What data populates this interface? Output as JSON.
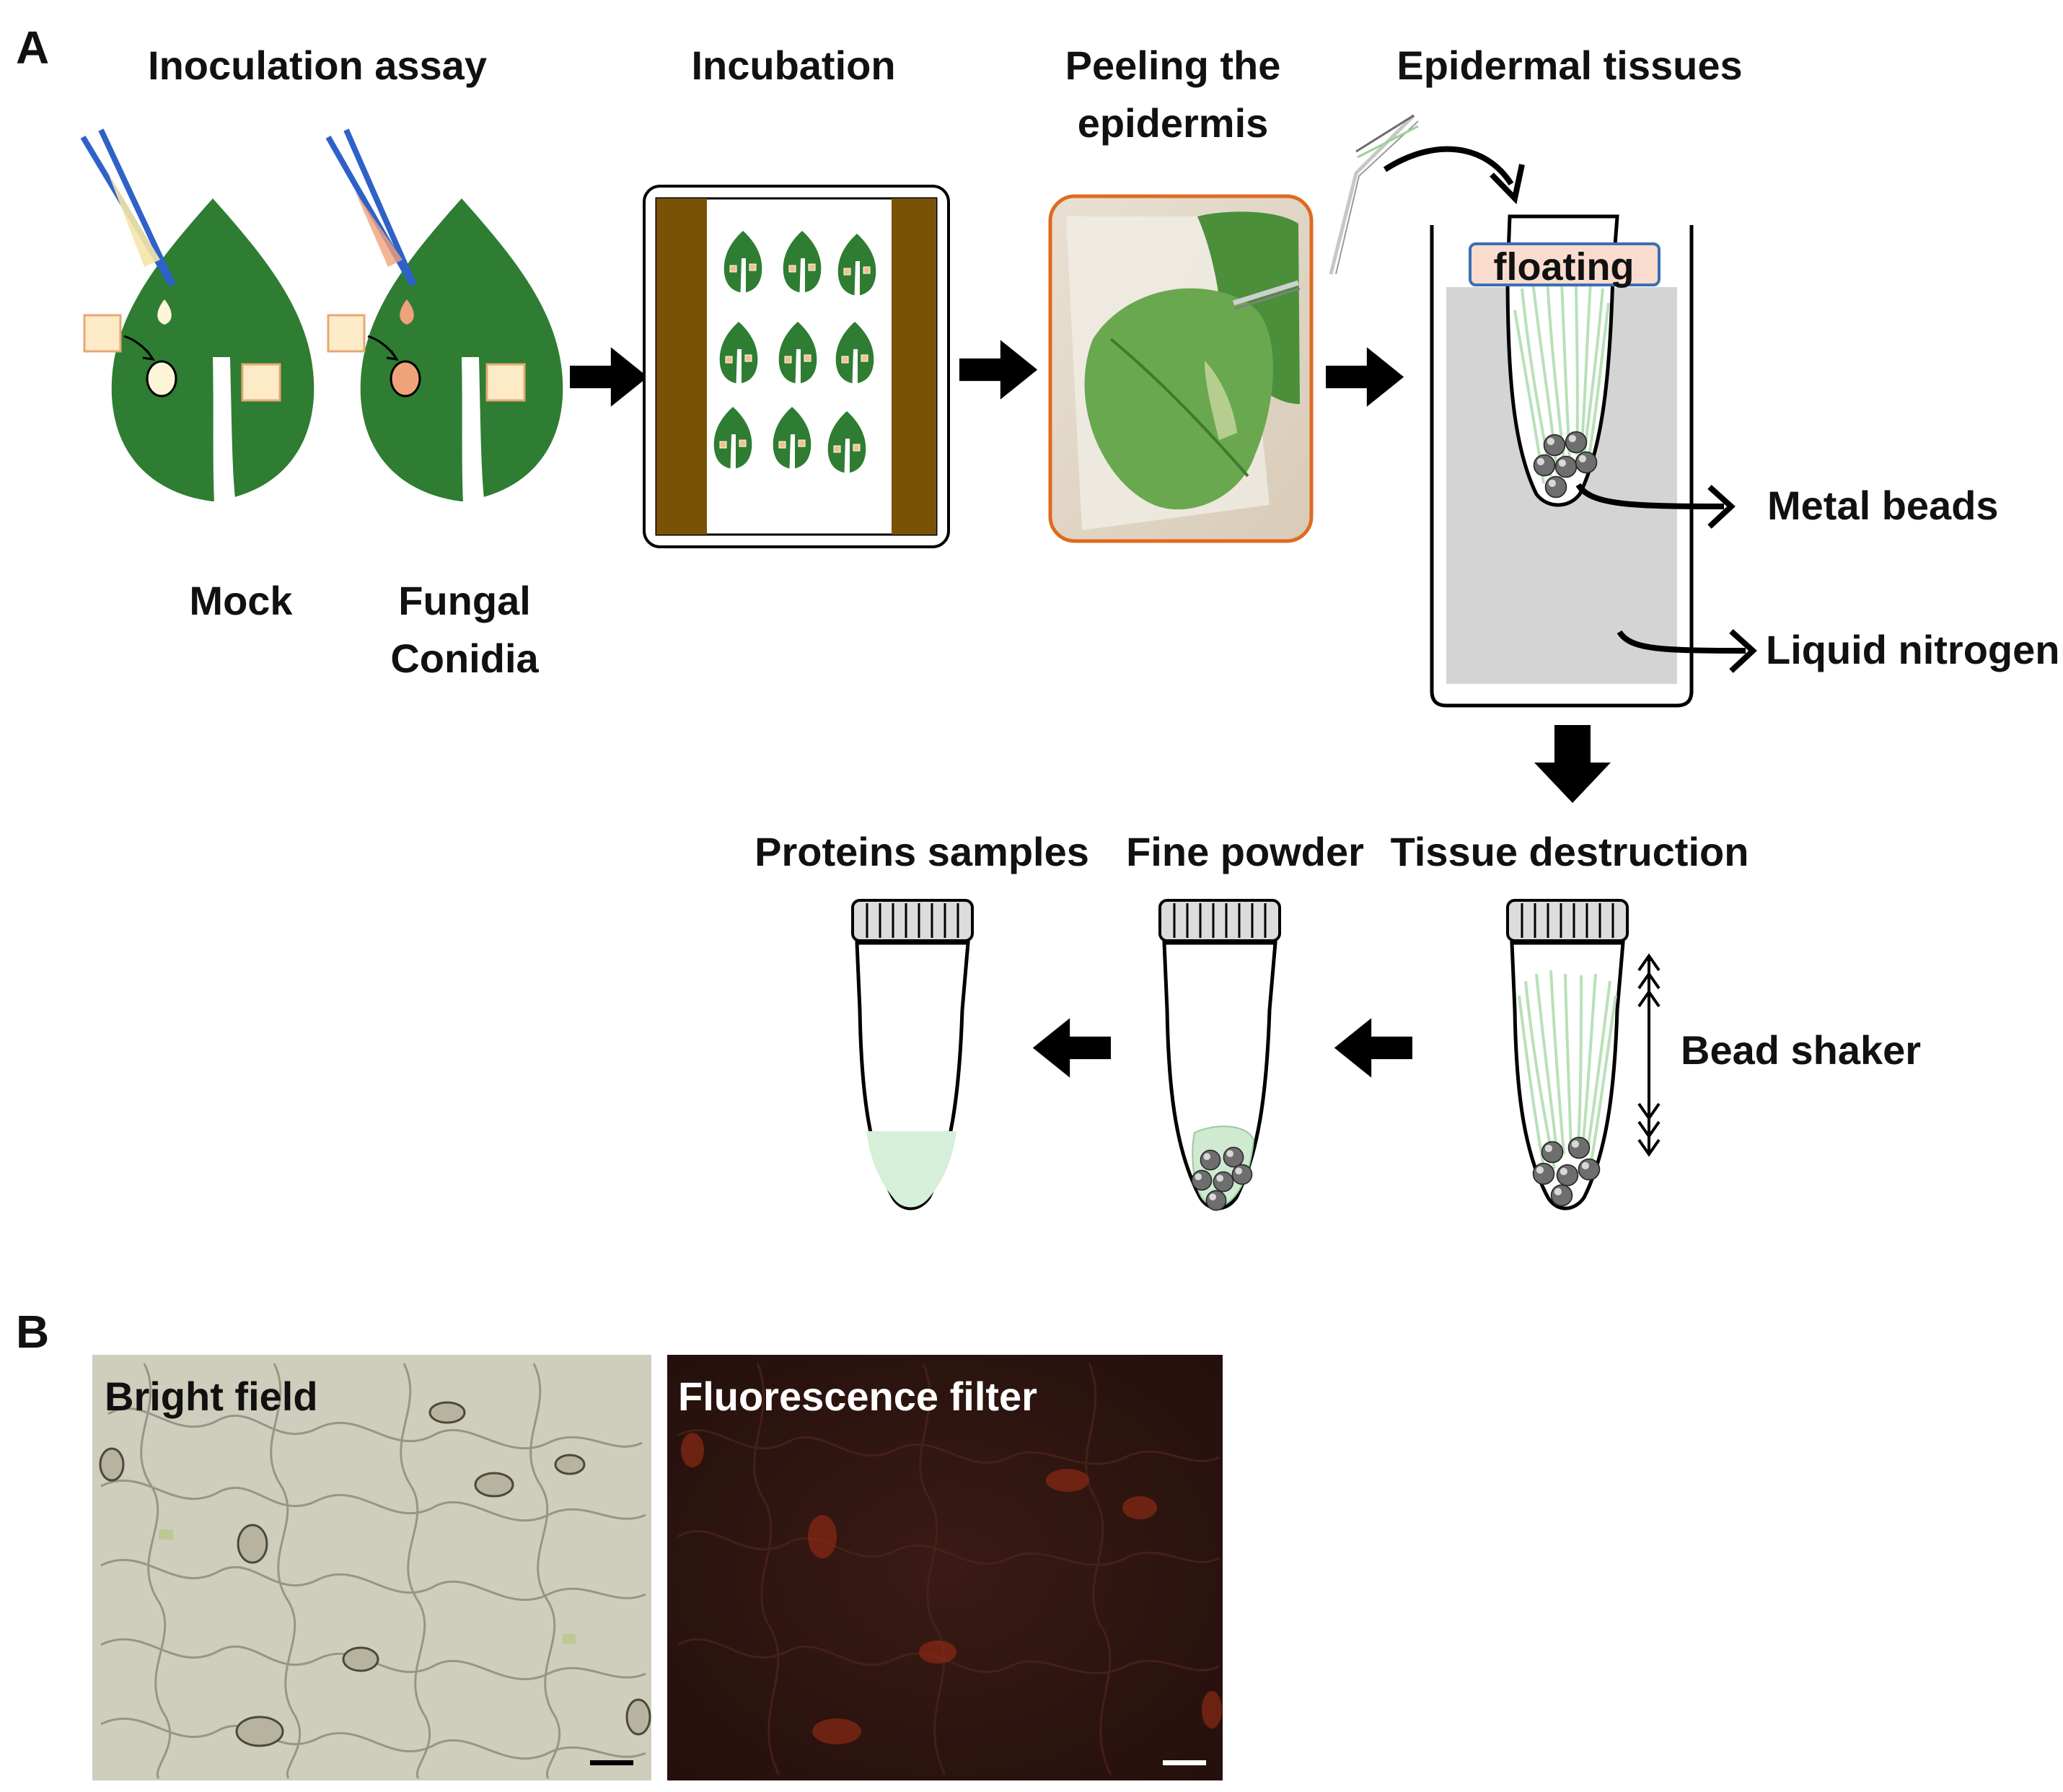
{
  "panels": {
    "a": "A",
    "b": "B"
  },
  "steps": {
    "inoculation": "Inoculation assay",
    "incubation": "Incubation",
    "peeling_line1": "Peeling the",
    "peeling_line2": "epidermis",
    "epidermal": "Epidermal tissues",
    "tissue_destruction": "Tissue destruction",
    "fine_powder": "Fine powder",
    "proteins": "Proteins samples"
  },
  "labels": {
    "mock": "Mock",
    "fungal_line1": "Fungal",
    "fungal_line2": "Conidia",
    "floating": "floating",
    "metal_beads": "Metal beads",
    "liquid_nitrogen": "Liquid nitrogen",
    "bead_shaker": "Bead shaker",
    "bright_field": "Bright field",
    "fluorescence": "Fluorescence filter"
  },
  "colors": {
    "leaf": "#2e7d32",
    "brown": "#7a5206",
    "liquid": "#d4d4d4",
    "tissue": "#b8e0b8",
    "mock_drop": "#fdf5d8",
    "conidia_drop": "#f0a27a",
    "floating_box": "#f9dccd",
    "floating_border": "#3a6fb5",
    "pipette": "#2f62c8"
  }
}
